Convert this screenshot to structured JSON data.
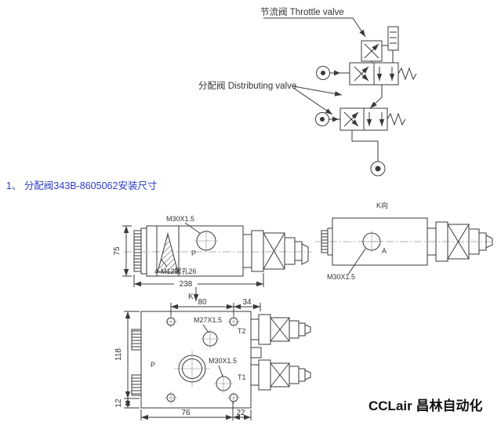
{
  "schematic": {
    "throttle_label": "节流阀 Throttle valve",
    "distributing_label": "分配阀 Distributing valve"
  },
  "caption": {
    "text": "1、 分配阀343B-8605062安装尺寸"
  },
  "views": {
    "side": {
      "thread_label": "M30X1.5",
      "port_p": "P",
      "holes_label": "4-M12螺孔26",
      "dim_height": "75",
      "dim_length": "238"
    },
    "k": {
      "title": "K向",
      "port_a": "A",
      "thread_label": "M30X1.5"
    },
    "front": {
      "view_mark": "K",
      "dim_top_left": "80",
      "dim_top_right": "34",
      "dim_left_main": "118",
      "dim_left_small": "12",
      "dim_bottom_main": "76",
      "dim_bottom_small": "22",
      "thread_t2": "M27X1.5",
      "thread_t1": "M30X1.5",
      "port_t2": "T2",
      "port_t1": "T1",
      "port_p": "P"
    }
  },
  "logo": {
    "text": "CCLair 昌林自动化"
  },
  "colors": {
    "caption": "#2b3cc4",
    "line": "#3a3a3a",
    "logo": "#111111"
  }
}
